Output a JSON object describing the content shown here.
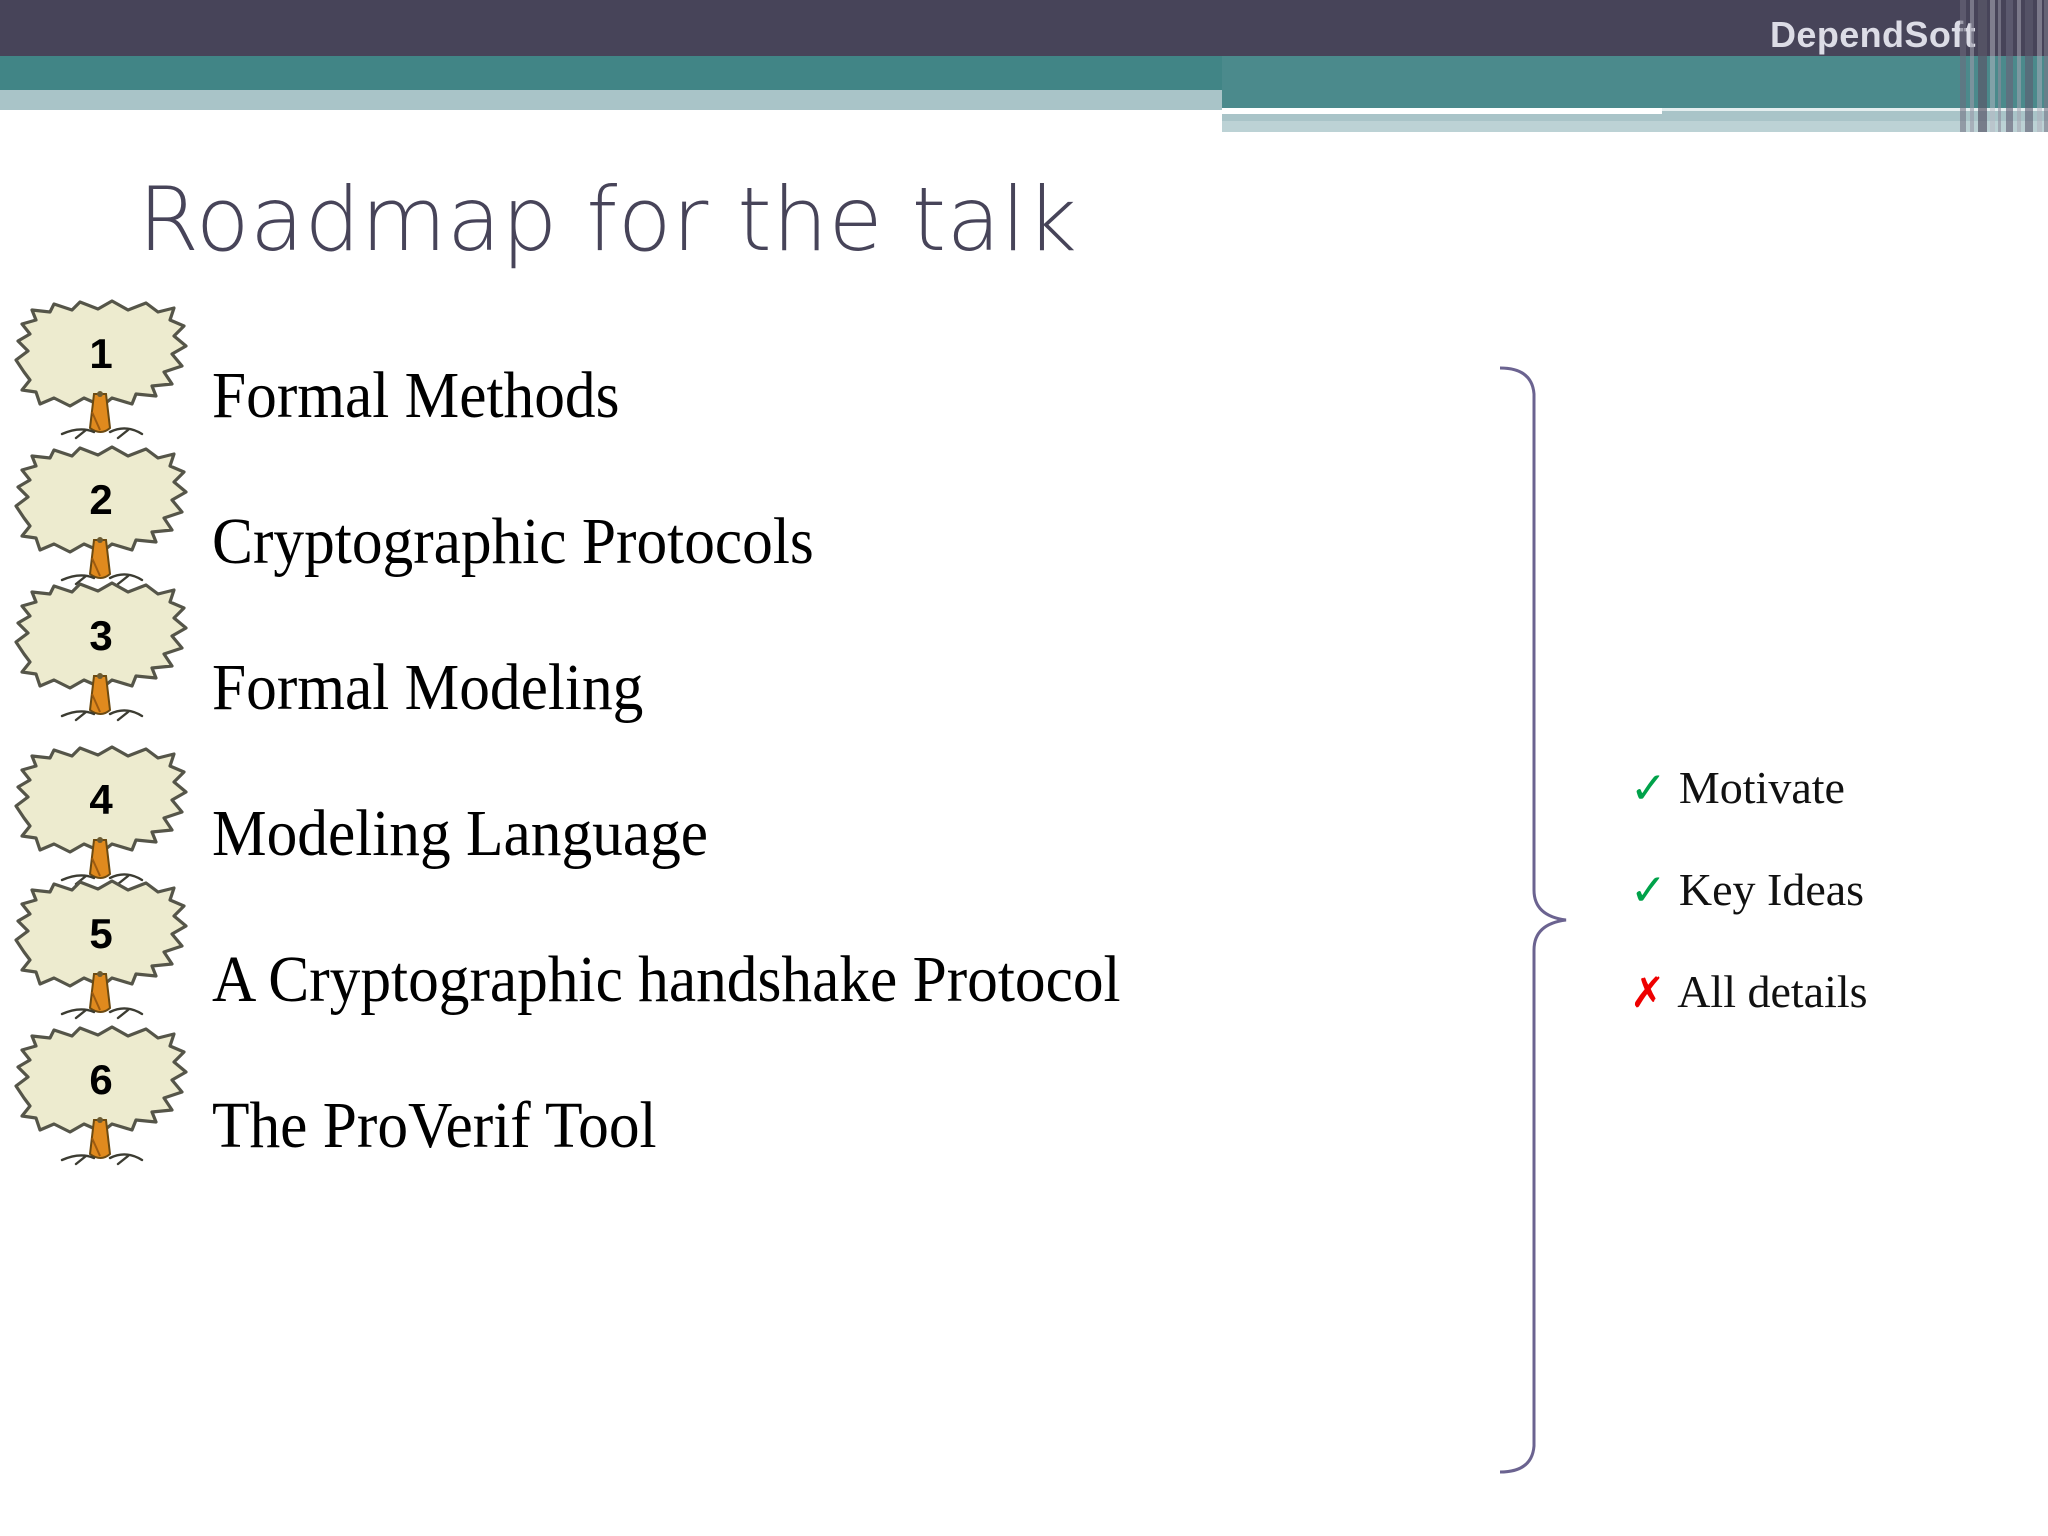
{
  "header": {
    "brand": "DependSoft",
    "colors": {
      "dark": "#474459",
      "teal": "#418586",
      "light": "#a9c4c8"
    }
  },
  "title": "Roadmap for the talk",
  "roadmap": {
    "items": [
      {
        "number": "1",
        "label": "Formal Methods"
      },
      {
        "number": "2",
        "label": "Cryptographic Protocols"
      },
      {
        "number": "3",
        "label": "Formal Modeling"
      },
      {
        "number": "4",
        "label": "Modeling Language"
      },
      {
        "number": "5",
        "label": "A Cryptographic handshake Protocol"
      },
      {
        "number": "6",
        "label": "The ProVerif Tool"
      }
    ]
  },
  "notes": {
    "items": [
      {
        "mark": "✓",
        "mark_type": "check",
        "mark_color": "#00a24a",
        "text": "Motivate"
      },
      {
        "mark": "✓",
        "mark_type": "check",
        "mark_color": "#00a24a",
        "text": "Key Ideas"
      },
      {
        "mark": "✗",
        "mark_type": "cross",
        "mark_color": "#ee0000",
        "text": "All details"
      }
    ]
  },
  "decoration": {
    "brace_color": "#6b6390",
    "sign_fill": "#edebcf",
    "sign_outline": "#555549",
    "post_color": "#e08a1e"
  }
}
